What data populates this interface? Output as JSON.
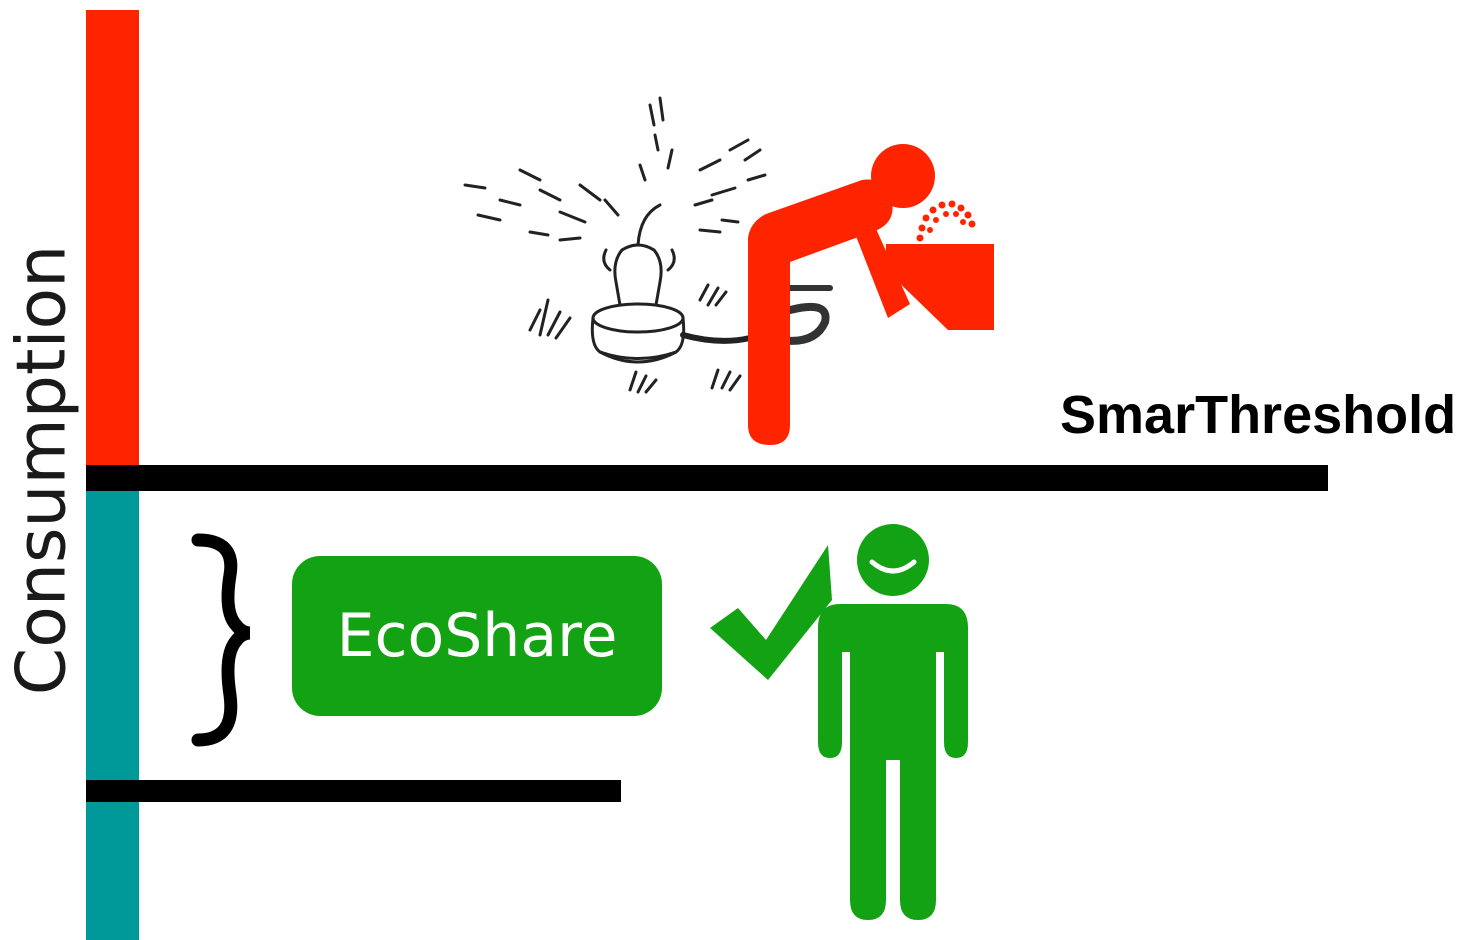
{
  "axis": {
    "label": "Consumption"
  },
  "threshold": {
    "label": "SmarThreshold"
  },
  "ecoshare": {
    "label": "EcoShare"
  },
  "colors": {
    "high_consumption": "#ff2400",
    "low_consumption": "#009999",
    "eco": "#13a213",
    "threshold_line": "#000000"
  },
  "icons": [
    "sprinkler-icon",
    "drinking-fountain-person-icon",
    "brace-icon",
    "checkmark-icon",
    "happy-person-icon"
  ]
}
